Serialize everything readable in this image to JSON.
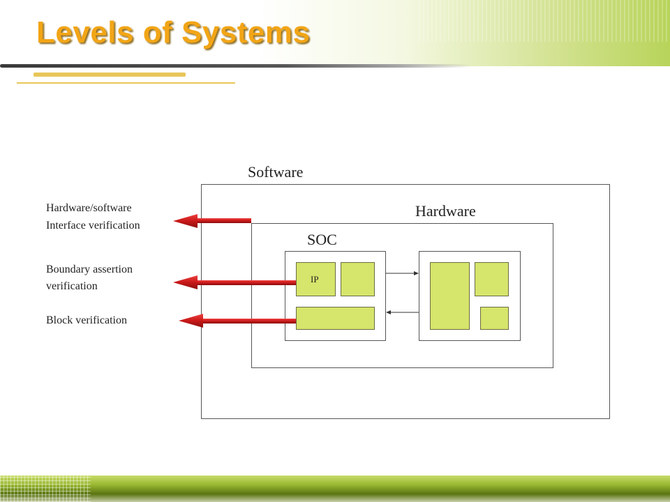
{
  "slide": {
    "title": "Levels of Systems"
  },
  "diagram": {
    "software_label": "Software",
    "hardware_label": "Hardware",
    "soc_label": "SOC",
    "ip_label": "IP"
  },
  "verification": {
    "hw_sw_line1": "Hardware/software",
    "hw_sw_line2": "Interface verification",
    "boundary_line1": "Boundary assertion",
    "boundary_line2": "verification",
    "block": "Block verification"
  },
  "colors": {
    "title": "#f2a516",
    "block_fill": "#d6e56b",
    "arrow_red": "#d42020",
    "band_green": "#9ab832"
  }
}
